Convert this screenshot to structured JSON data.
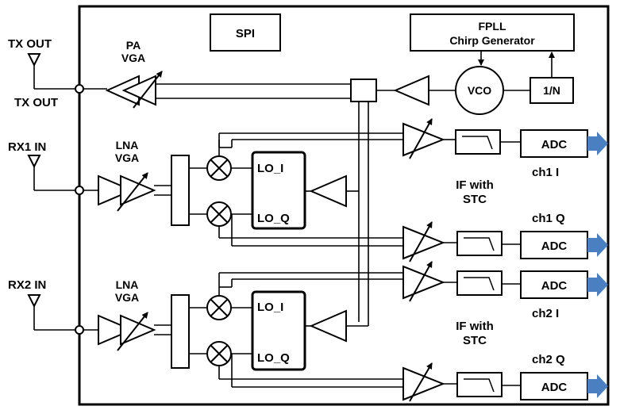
{
  "blocks": {
    "spi": "SPI",
    "fpll_line1": "FPLL",
    "fpll_line2": "Chirp Generator",
    "vco": "VCO",
    "divider": "1/N"
  },
  "tx": {
    "antenna_label": "TX OUT",
    "pin_label": "TX OUT",
    "amp_line1": "PA",
    "amp_line2": "VGA"
  },
  "rx1": {
    "label": "RX1 IN",
    "amp_line1": "LNA",
    "amp_line2": "VGA",
    "lo_i": "LO_I",
    "lo_q": "LO_Q",
    "if_line1": "IF with",
    "if_line2": "STC"
  },
  "rx2": {
    "label": "RX2 IN",
    "amp_line1": "LNA",
    "amp_line2": "VGA",
    "lo_i": "LO_I",
    "lo_q": "LO_Q",
    "if_line1": "IF with",
    "if_line2": "STC"
  },
  "channels": {
    "adc": "ADC",
    "ch1_i": "ch1  I",
    "ch1_q": "ch1  Q",
    "ch2_i": "ch2  I",
    "ch2_q": "ch2  Q"
  },
  "colors": {
    "output_arrow": "#4a7fc1",
    "line": "#000000"
  }
}
